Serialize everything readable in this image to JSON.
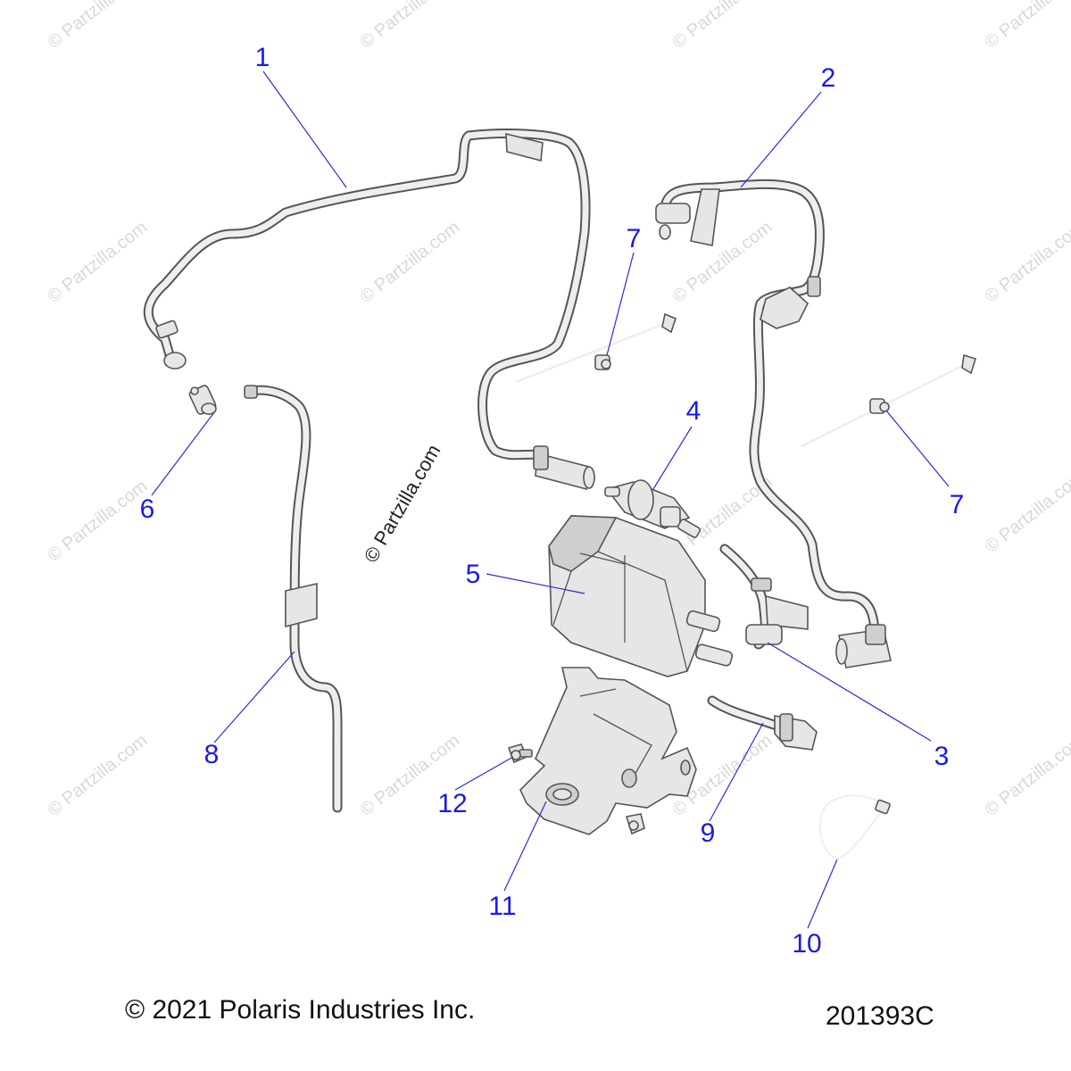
{
  "watermark": {
    "text": "© Partzilla.com",
    "main_text": "© Partzilla.com"
  },
  "callouts": [
    "1",
    "2",
    "3",
    "4",
    "5",
    "6",
    "7",
    "7",
    "8",
    "9",
    "10",
    "11",
    "12"
  ],
  "footer": {
    "copyright": "© 2021 Polaris Industries Inc.",
    "diagram_number": "201393C"
  },
  "colors": {
    "callout": "#1a1ae6",
    "leader": "#2b2bd9",
    "line": "#555555",
    "part_fill": "#e6e6e6",
    "watermark": "#d8d8d8"
  }
}
